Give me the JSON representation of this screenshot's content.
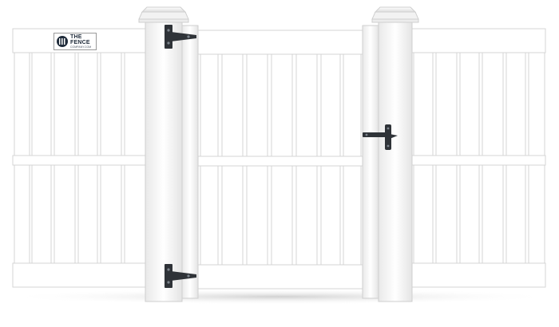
{
  "logo": {
    "line1": "THE",
    "line2": "FENCE",
    "line3": "COMPANY.COM",
    "mark_icon": "picket-fence-circle-icon"
  },
  "colors": {
    "vinyl": "#ffffff",
    "vinyl_edge": "#d6d6d6",
    "hardware": "#2f3338"
  }
}
